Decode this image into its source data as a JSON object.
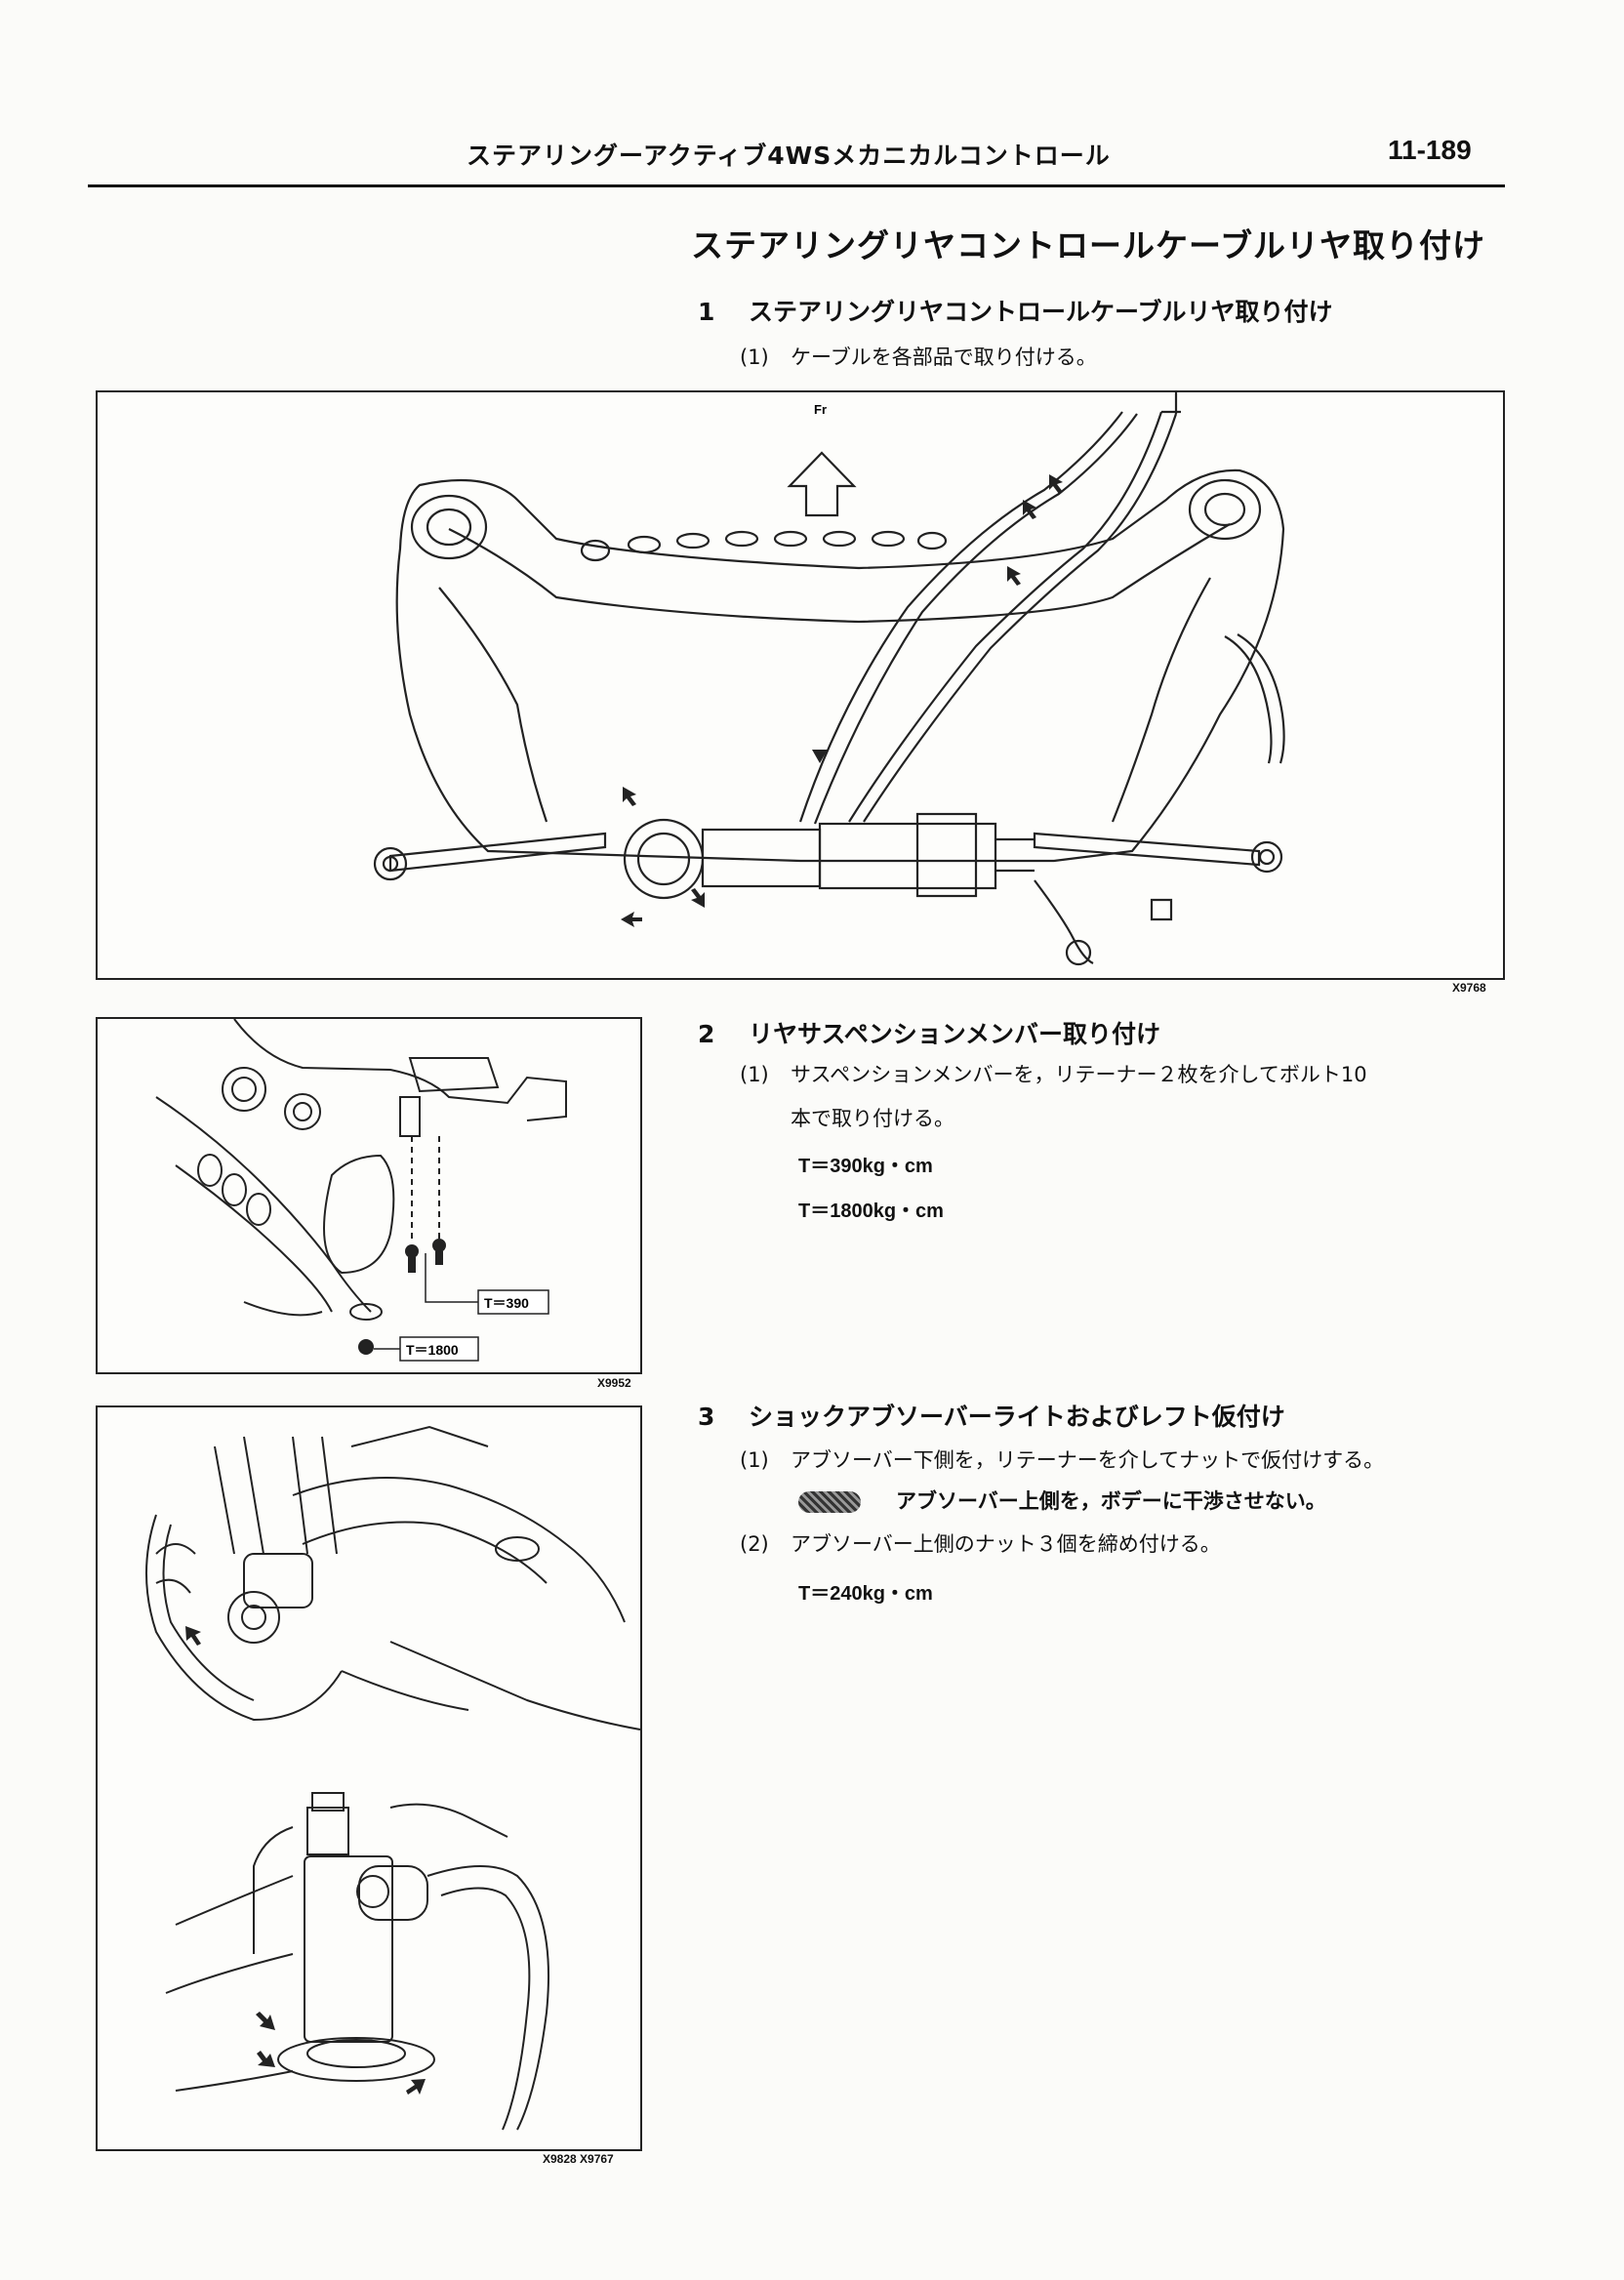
{
  "header": {
    "title": "ステアリングーアクティブ4WSメカニカルコントロール",
    "page": "11-189"
  },
  "section_title": "ステアリングリヤコントロールケーブルリヤ取り付け",
  "steps": [
    {
      "num": "1",
      "title": "ステアリングリヤコントロールケーブルリヤ取り付け",
      "subs": [
        {
          "num": "(1)",
          "text": "ケーブルを各部品で取り付ける。"
        }
      ]
    },
    {
      "num": "2",
      "title": "リヤサスペンションメンバー取り付け",
      "subs": [
        {
          "num": "(1)",
          "text": "サスペンションメンバーを，リテーナー２枚を介してボルト10",
          "text2": "本で取り付ける。"
        }
      ],
      "torques": [
        "T＝390kg・cm",
        "T＝1800kg・cm"
      ]
    },
    {
      "num": "3",
      "title": "ショックアブソーバーライトおよびレフト仮付け",
      "subs": [
        {
          "num": "(1)",
          "text": "アブソーバー下側を，リテーナーを介してナットで仮付けする。"
        },
        {
          "num": "(2)",
          "text": "アブソーバー上側のナット３個を締め付ける。"
        }
      ],
      "caution": "アブソーバー上側を，ボデーに干渉させない。",
      "torques": [
        "T＝240kg・cm"
      ]
    }
  ],
  "figures": {
    "fig1": {
      "code": "X9768",
      "label_fr": "Fr"
    },
    "fig2": {
      "code": "X9952",
      "label_t1": "T＝390",
      "label_t2": "T＝1800"
    },
    "fig3": {
      "code": "X9828   X9767"
    }
  }
}
